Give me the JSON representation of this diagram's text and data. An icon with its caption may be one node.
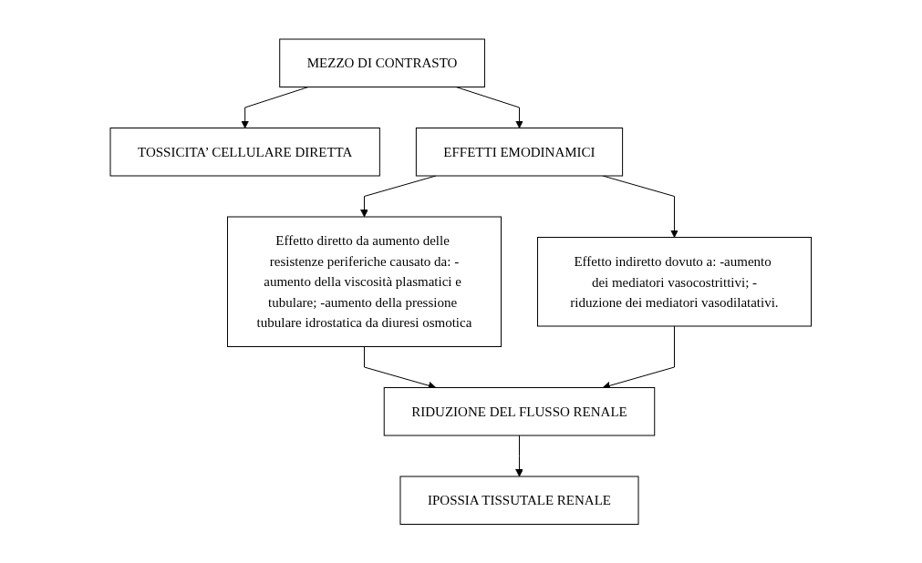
{
  "diagram": {
    "nodes": [
      {
        "text": [
          "MEZZO DI CONTRASTO"
        ]
      },
      {
        "text": [
          "TOSSICITA’ CELLULARE DIRETTA"
        ]
      },
      {
        "text": [
          "EFFETTI EMODINAMICI"
        ]
      },
      {
        "text": [
          "Effetto diretto da aumento delle resistenze periferiche causato da: -aumento della viscosità plasmatici e tubulare; -aumento della pressione tubulare idrostatica da diuresi osmotica"
        ]
      },
      {
        "text": [
          "Effetto indiretto dovuto a: -aumento dei mediatori vasocostrittivi; -riduzione dei mediatori vasodilatativi."
        ]
      },
      {
        "text": [
          "RIDUZIONE DEL FLUSSO RENALE"
        ]
      },
      {
        "text": [
          "IPOSSIA TISSUTALE RENALE"
        ]
      }
    ],
    "edges": [
      {
        "from": 0,
        "to": 1,
        "arrow": "to"
      },
      {
        "from": 0,
        "to": 2,
        "arrow": "to"
      },
      {
        "from": 2,
        "to": 3,
        "arrow": "to"
      },
      {
        "from": 2,
        "to": 4,
        "arrow": "to"
      },
      {
        "from": 3,
        "to": 5,
        "arrow": "to"
      },
      {
        "from": 4,
        "to": 5,
        "arrow": "to"
      },
      {
        "from": 5,
        "to": 6,
        "arrow": "to"
      }
    ]
  }
}
